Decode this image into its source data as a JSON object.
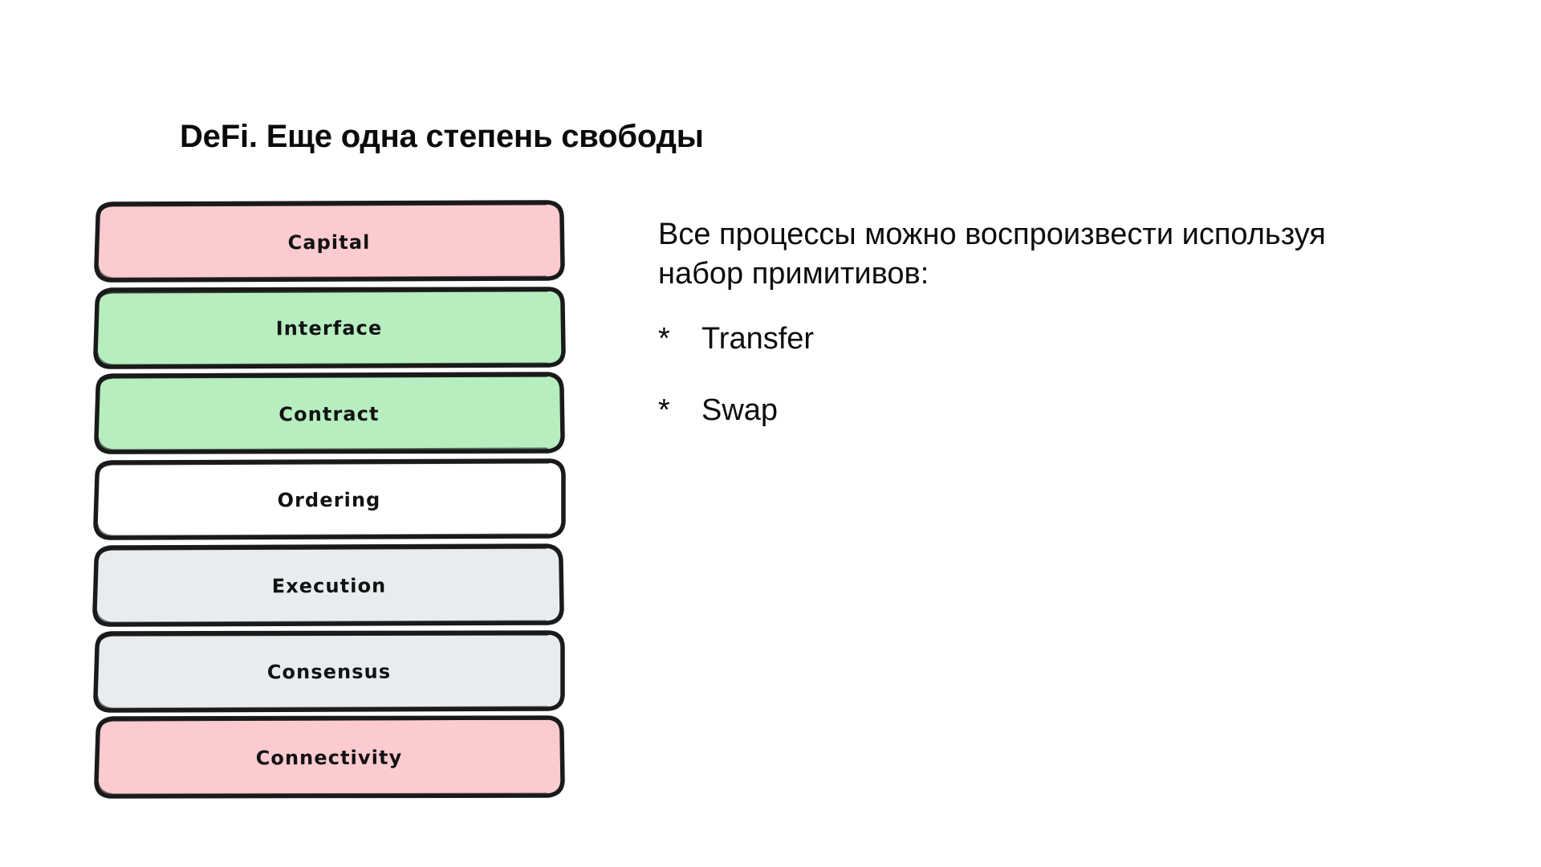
{
  "slide": {
    "title": "DeFi. Еще одна степень свободы",
    "background_color": "#ffffff"
  },
  "stack": {
    "name": "defi-layer-stack",
    "layers": [
      {
        "label": "Capital",
        "fill": "#fbcbd0",
        "stroke": "#1a1a1a"
      },
      {
        "label": "Interface",
        "fill": "#b6eebf",
        "stroke": "#1a1a1a"
      },
      {
        "label": "Contract",
        "fill": "#b6eebf",
        "stroke": "#1a1a1a"
      },
      {
        "label": "Ordering",
        "fill": "#ffffff",
        "stroke": "#1a1a1a"
      },
      {
        "label": "Execution",
        "fill": "#e8ecef",
        "stroke": "#1a1a1a"
      },
      {
        "label": "Consensus",
        "fill": "#e8ecef",
        "stroke": "#1a1a1a"
      },
      {
        "label": "Connectivity",
        "fill": "#fbcbd0",
        "stroke": "#1a1a1a"
      }
    ]
  },
  "content": {
    "paragraph": "Все процессы можно воспроизвести используя набор примитивов:",
    "bullet_marker": "*",
    "bullets": [
      {
        "text": "Transfer"
      },
      {
        "text": "Swap"
      }
    ]
  }
}
